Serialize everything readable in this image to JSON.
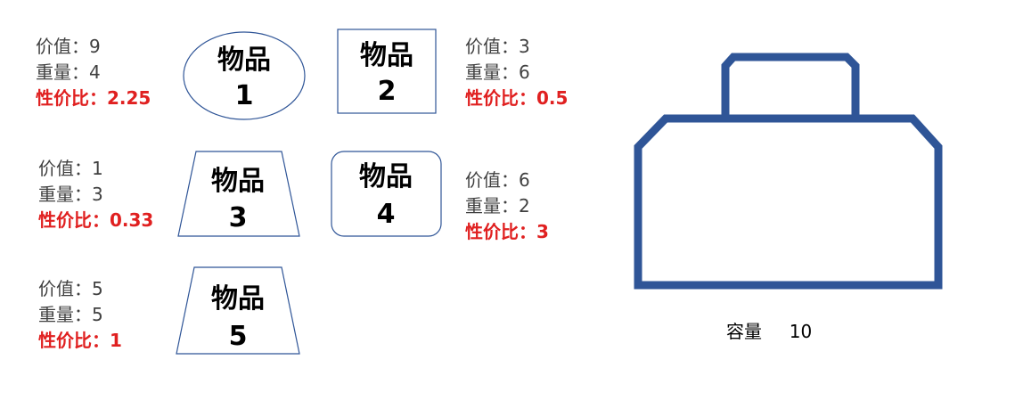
{
  "items": [
    {
      "name": "物品",
      "number": "1",
      "value_label": "价值：9",
      "weight_label": "重量：4",
      "ratio_label": "性价比：2.25",
      "shape": "ellipse"
    },
    {
      "name": "物品",
      "number": "2",
      "value_label": "价值：3",
      "weight_label": "重量：6",
      "ratio_label": "性价比：0.5",
      "shape": "rectangle"
    },
    {
      "name": "物品",
      "number": "3",
      "value_label": "价值：1",
      "weight_label": "重量：3",
      "ratio_label": "性价比：0.33",
      "shape": "trapezoid"
    },
    {
      "name": "物品",
      "number": "4",
      "value_label": "价值：6",
      "weight_label": "重量：2",
      "ratio_label": "性价比：3",
      "shape": "rounded-rectangle"
    },
    {
      "name": "物品",
      "number": "5",
      "value_label": "价值：5",
      "weight_label": "重量：5",
      "ratio_label": "性价比：1",
      "shape": "trapezoid"
    }
  ],
  "knapsack": {
    "capacity_label": "容量",
    "capacity_value": "10",
    "color": "#2f5597"
  },
  "colors": {
    "ratio": "#e02020",
    "shape_stroke": "#2f5597",
    "text": "#404040"
  }
}
